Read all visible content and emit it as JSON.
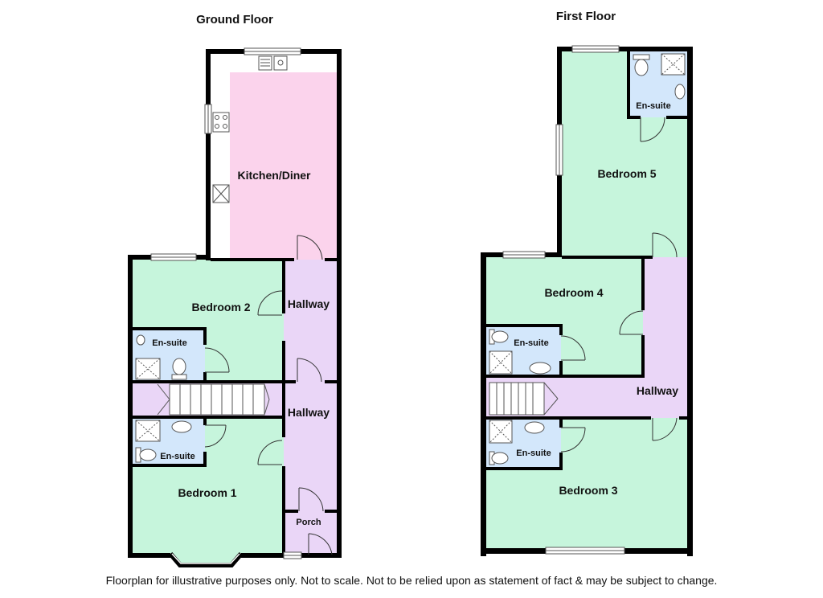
{
  "ground_floor": {
    "title": "Ground Floor",
    "rooms": {
      "kitchen": "Kitchen/Diner",
      "bedroom2": "Bedroom 2",
      "hallway_upper": "Hallway",
      "ensuite_b2": "En-suite",
      "hallway_lower": "Hallway",
      "ensuite_b1": "En-suite",
      "bedroom1": "Bedroom 1",
      "porch": "Porch"
    }
  },
  "first_floor": {
    "title": "First Floor",
    "rooms": {
      "ensuite_b5": "En-suite",
      "bedroom5": "Bedroom 5",
      "bedroom4": "Bedroom 4",
      "ensuite_b4": "En-suite",
      "hallway": "Hallway",
      "ensuite_b3": "En-suite",
      "bedroom3": "Bedroom 3"
    }
  },
  "disclaimer": "Floorplan for illustrative purposes only. Not to scale. Not to be relied upon as statement of fact & may be subject to change.",
  "colors": {
    "wall": "#000000",
    "kitchen": "#fbd3ec",
    "bedroom": "#c6f5dc",
    "hallway": "#ead6f7",
    "ensuite": "#d3e7fb",
    "stairs": "#ffffff"
  }
}
